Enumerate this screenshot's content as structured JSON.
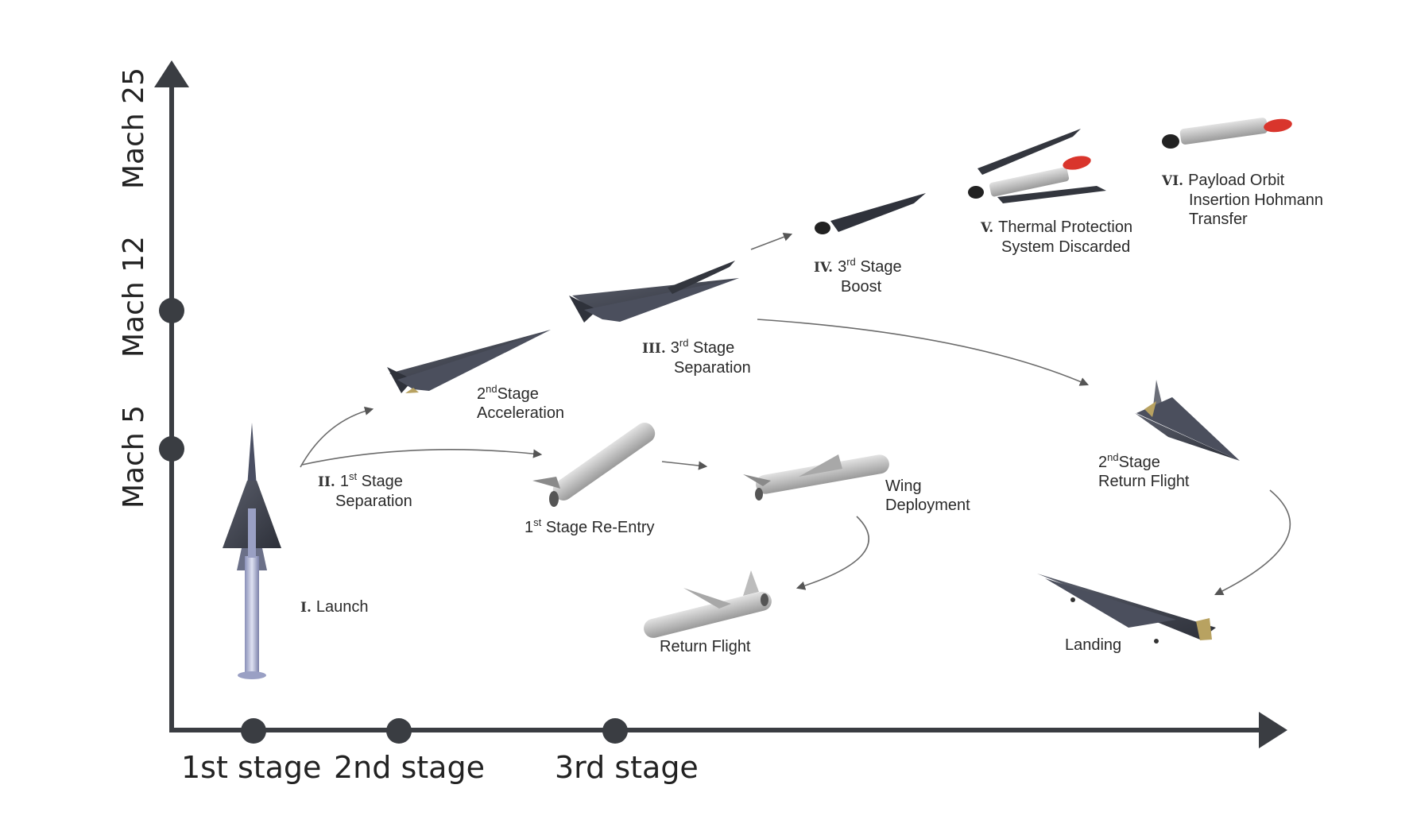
{
  "axes": {
    "x_ticks": [
      "1st stage",
      "2nd stage",
      "3rd stage"
    ],
    "y_ticks": [
      "Mach 5",
      "Mach 12",
      "Mach 25"
    ]
  },
  "phases": {
    "launch": {
      "numeral": "I.",
      "text": "Launch"
    },
    "sep1": {
      "numeral": "II.",
      "pre": "1",
      "sup": "st",
      "line1": "Stage",
      "line2": "Separation"
    },
    "accel2": {
      "pre": "2",
      "sup": "nd",
      "line1": "Stage",
      "line2": "Acceleration"
    },
    "sep3": {
      "numeral": "III.",
      "pre": "3",
      "sup": "rd",
      "line1": "Stage",
      "line2": "Separation"
    },
    "boost3": {
      "numeral": "IV.",
      "pre": "3",
      "sup": "rd",
      "line1": "Stage",
      "line2": "Boost"
    },
    "tps": {
      "numeral": "V.",
      "line1": "Thermal Protection",
      "line2": "System Discarded"
    },
    "payload": {
      "numeral": "VI.",
      "line1": "Payload Orbit",
      "line2": "Insertion Hohmann",
      "line3": "Transfer"
    },
    "reentry1": {
      "pre": "1",
      "sup": "st",
      "line1": "Stage Re-Entry"
    },
    "wing": {
      "line1": "Wing",
      "line2": "Deployment"
    },
    "return_flight": {
      "text": "Return Flight"
    },
    "return2": {
      "pre": "2",
      "sup": "nd",
      "line1": "Stage",
      "line2": "Return Flight"
    },
    "landing": {
      "text": "Landing"
    }
  },
  "colors": {
    "axis": "#3a3d42",
    "dark_craft": "#3b3e47",
    "grey_craft": "#b5b5b5",
    "nozzle_red": "#d9352c",
    "arrow": "#6b6b6b"
  },
  "icons": {
    "rocket": "launch-rocket-icon",
    "hypersonic": "hypersonic-vehicle-icon",
    "booster": "booster-icon",
    "payload": "payload-icon"
  }
}
